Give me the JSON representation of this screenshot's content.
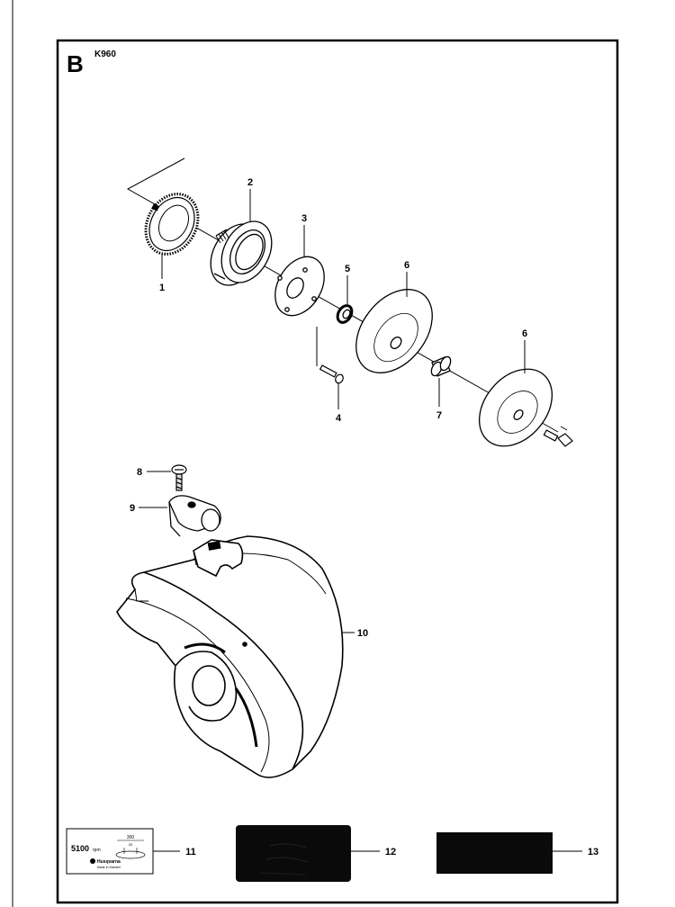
{
  "header": {
    "section_letter": "B",
    "model": "K960"
  },
  "callouts": [
    {
      "id": "1",
      "label": "1"
    },
    {
      "id": "2",
      "label": "2"
    },
    {
      "id": "3",
      "label": "3"
    },
    {
      "id": "4",
      "label": "4"
    },
    {
      "id": "5",
      "label": "5"
    },
    {
      "id": "6a",
      "label": "6"
    },
    {
      "id": "6b",
      "label": "6"
    },
    {
      "id": "7",
      "label": "7"
    },
    {
      "id": "8",
      "label": "8"
    },
    {
      "id": "9",
      "label": "9"
    },
    {
      "id": "10",
      "label": "10"
    },
    {
      "id": "11",
      "label": "11"
    },
    {
      "id": "12",
      "label": "12"
    },
    {
      "id": "13",
      "label": "13"
    }
  ],
  "decal": {
    "speed_value": "5100",
    "speed_unit": "rpm",
    "dim_top": "300",
    "dim_inner": "20",
    "brand": "Husqvarna",
    "origin": "Made in Sweden"
  },
  "colors": {
    "ink": "#000000",
    "paper": "#ffffff",
    "decal_dark": "#0a0a0a"
  }
}
